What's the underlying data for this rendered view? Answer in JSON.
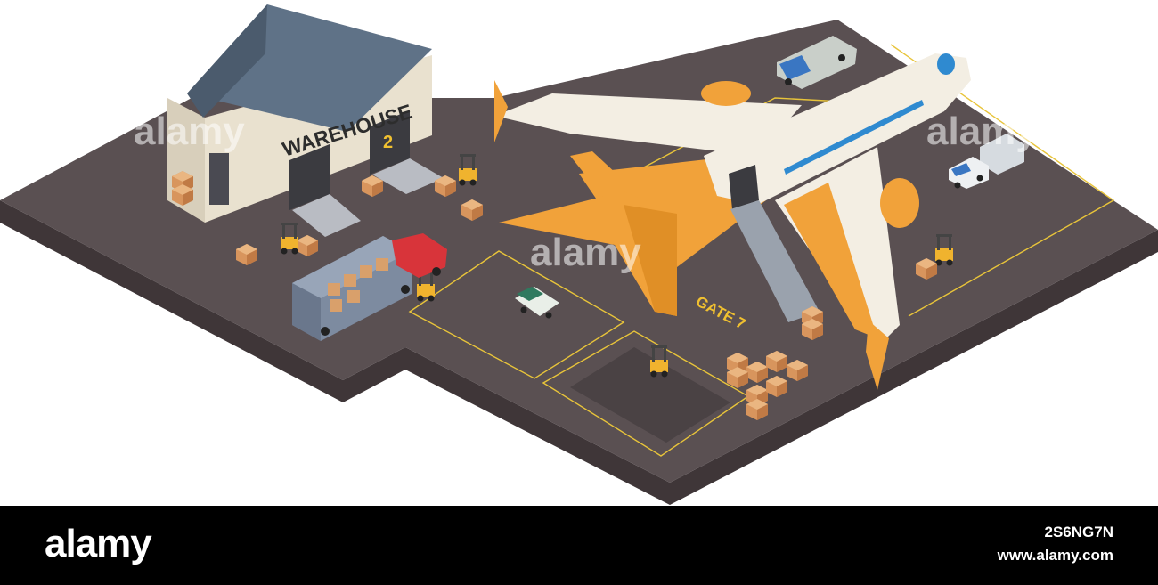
{
  "scene": {
    "warehouse_sign": "WAREHOUSE",
    "warehouse_door_number": "2",
    "gate_label": "GATE 7",
    "watermark": "alamy",
    "colors": {
      "ground": "#5a5052",
      "ground_side": "#3f3638",
      "line": "#e8c43a",
      "roof": "#5f7287",
      "wall": "#e9e1cf",
      "plane_body": "#f3eee3",
      "plane_orange": "#f1a23a",
      "box": "#e0a068",
      "truck_red": "#d8343a",
      "trailer": "#7d8ba0"
    }
  },
  "footer": {
    "brand": "alamy",
    "image_id": "2S6NG7N",
    "site": "www.alamy.com"
  }
}
